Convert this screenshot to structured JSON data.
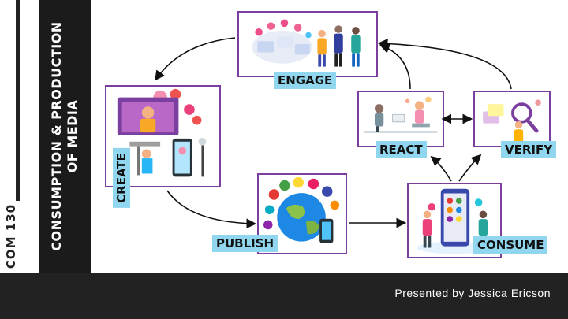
{
  "slide": {
    "course_code": "COM 130",
    "title": "CONSUMPTION & PRODUCTION OF MEDIA",
    "presenter": "Presented by Jessica Ericson"
  },
  "stages": {
    "engage": "ENGAGE",
    "create": "CREATE",
    "publish": "PUBLISH",
    "consume": "CONSUME",
    "react": "REACT",
    "verify": "VERIFY"
  },
  "colors": {
    "box_border": "#7b3fa0",
    "label_bg": "#8fd6ee",
    "title_panel": "#1b1b1b",
    "bottom_bar": "#222222"
  },
  "flow": [
    [
      "engage",
      "create"
    ],
    [
      "create",
      "publish"
    ],
    [
      "publish",
      "consume"
    ],
    [
      "consume",
      "react"
    ],
    [
      "consume",
      "verify"
    ],
    [
      "react",
      "verify"
    ],
    [
      "react",
      "engage"
    ],
    [
      "verify",
      "engage"
    ]
  ]
}
